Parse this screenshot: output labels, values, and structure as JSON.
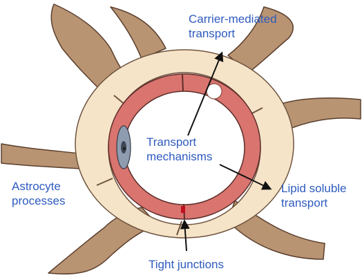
{
  "colors": {
    "astrocyte_fill": "#b89473",
    "astrocyte_stroke": "#5a3e2c",
    "sheath_fill": "#f6e4c8",
    "endothelium_fill": "#d9746f",
    "lumen_fill": "#ffffff",
    "nucleus_fill": "#8f9cb0",
    "label_text": "#2e5bbf",
    "arrow": "#111111",
    "junction": "#c01020"
  },
  "labels": {
    "carrier_line1": "Carrier-mediated",
    "carrier_line2": "transport",
    "transport_line1": "Transport",
    "transport_line2": "mechanisms",
    "lipid_line1": "Lipid soluble",
    "lipid_line2": "transport",
    "astro_line1": "Astrocyte",
    "astro_line2": "processes",
    "tight": "Tight junctions"
  },
  "icons": {
    "carrier": "white-circle-carrier-icon",
    "nucleus": "endothelial-nucleus-icon"
  }
}
